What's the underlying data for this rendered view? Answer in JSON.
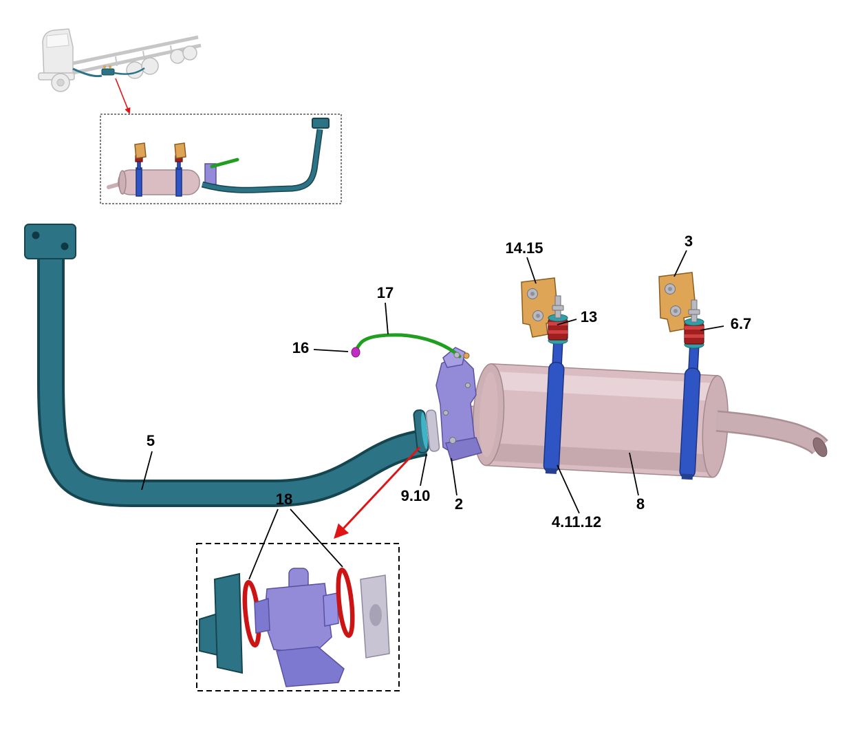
{
  "diagram": {
    "callouts": [
      {
        "label": "14.15"
      },
      {
        "label": "3"
      },
      {
        "label": "13"
      },
      {
        "label": "6.7"
      },
      {
        "label": "17"
      },
      {
        "label": "16"
      },
      {
        "label": "5"
      },
      {
        "label": "9.10"
      },
      {
        "label": "2"
      },
      {
        "label": "4.11.12"
      },
      {
        "label": "8"
      },
      {
        "label": "18"
      }
    ]
  },
  "colors": {
    "pipe_teal": "#2d7386",
    "pipe_teal_dark": "#15454f",
    "muffler_pink": "#d9bdc2",
    "muffler_cap": "#cdb0b5",
    "muffler_shade": "#a3888d",
    "clamp_blue": "#2f55c4",
    "clamp_blue_dark": "#1b3380",
    "bracket_purple": "#938ad8",
    "bracket_purple_dark": "#5a50a0",
    "mount_orange": "#dfa557",
    "mount_orange_dark": "#8a5c20",
    "isolator_red": "#a02020",
    "isolator_red_dark": "#5c1010",
    "washer_teal": "#2fa0a8",
    "hardware_gray": "#b9b9c2",
    "flange_gray": "#c9c4d4",
    "hose_green": "#1f9e1f",
    "fitting_magenta": "#c32cc3",
    "gasket_red": "#cc1414",
    "arrow_red": "#e01414"
  }
}
